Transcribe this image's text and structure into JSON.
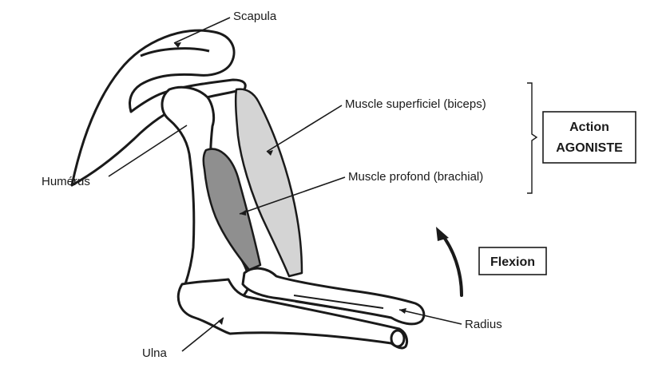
{
  "labels": {
    "scapula": "Scapula",
    "humerus": "Humérus",
    "biceps": "Muscle superficiel (biceps)",
    "brachial": "Muscle profond (brachial)",
    "radius": "Radius",
    "ulna": "Ulna"
  },
  "boxes": {
    "action_line1": "Action",
    "action_line2": "AGONISTE",
    "flexion": "Flexion"
  },
  "colors": {
    "outline": "#1a1a1a",
    "bone": "#ffffff",
    "biceps_fill": "#d4d4d4",
    "brachial_fill": "#8f8f8f",
    "background": "#ffffff"
  }
}
